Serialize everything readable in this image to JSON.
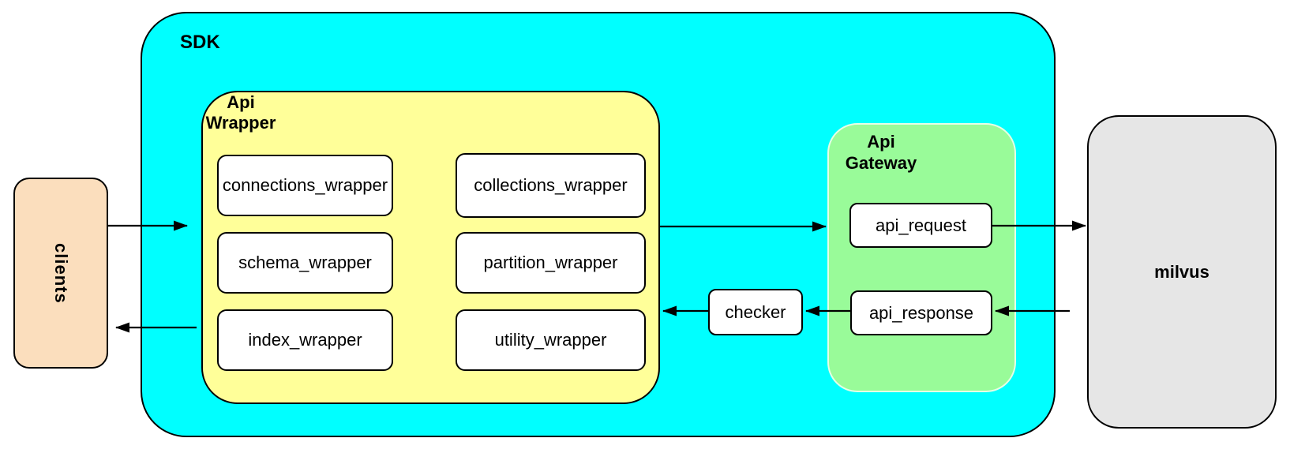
{
  "colors": {
    "canvas_bg": "#ffffff",
    "sdk_fill": "#00ffff",
    "api_wrapper_fill": "#ffff99",
    "api_gateway_fill": "#99fb99",
    "clients_fill": "#fbdebd",
    "milvus_fill": "#e6e6e6",
    "node_fill": "#ffffff",
    "stroke": "#000000"
  },
  "nodes": {
    "clients": "clients",
    "sdk": "SDK",
    "api_wrapper": "Api Wrapper",
    "modules": [
      "connections_wrapper",
      "collections_wrapper",
      "schema_wrapper",
      "partition_wrapper",
      "index_wrapper",
      "utility_wrapper"
    ],
    "checker": "checker",
    "api_gateway": "Api Gateway",
    "api_request": "api_request",
    "api_response": "api_response",
    "milvus": "milvus"
  },
  "connections": [
    {
      "from": "clients",
      "to": "sdk"
    },
    {
      "from": "api_wrapper",
      "to": "api_gateway"
    },
    {
      "from": "api_request",
      "to": "milvus"
    },
    {
      "from": "milvus",
      "to": "api_response"
    },
    {
      "from": "api_response",
      "to": "checker"
    },
    {
      "from": "checker",
      "to": "api_wrapper"
    },
    {
      "from": "sdk",
      "to": "clients"
    }
  ]
}
